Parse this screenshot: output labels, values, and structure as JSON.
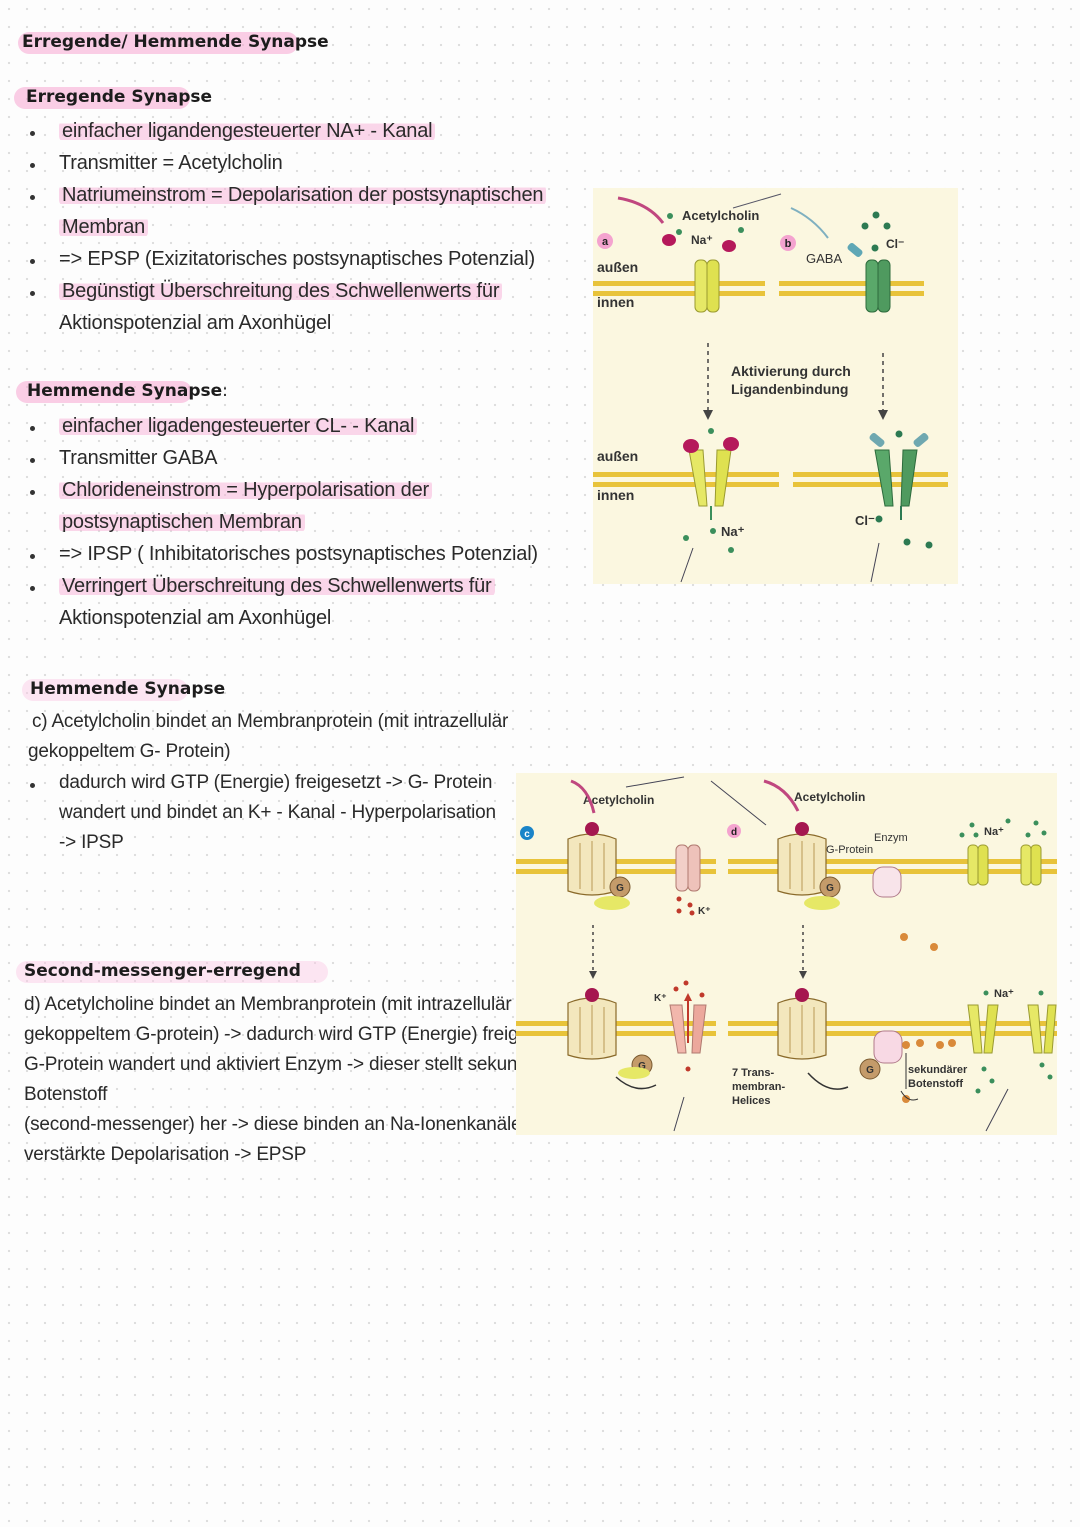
{
  "title": "Erregende/ Hemmende Synapse",
  "section_excitatory": {
    "heading": "Erregende Synapse",
    "bullets": [
      [
        "einfacher ligandengesteuerter NA+ - Kanal"
      ],
      [
        "Transmitter = Acetylcholin"
      ],
      [
        "Natriumeinstrom = Depolarisation der postsynaptischen",
        "Membran"
      ],
      [
        "=> EPSP (Exizitatorisches postsynaptisches Potenzial)"
      ],
      [
        "Begünstigt Überschreitung des Schwellenwerts für",
        "Aktionspotenzial am Axonhügel"
      ]
    ]
  },
  "section_inhibitory": {
    "heading": "Hemmende Synapse",
    "heading_suffix": ":",
    "bullets": [
      [
        "einfacher ligadengesteuerter CL- - Kanal"
      ],
      [
        "Transmitter GABA"
      ],
      [
        "Chlorideneinstrom = Hyperpolarisation der",
        "postsynaptischen Membran"
      ],
      [
        "=> IPSP ( Inhibitatorisches postsynaptisches Potenzial)"
      ],
      [
        "Verringert Überschreitung des Schwellenwerts für",
        "Aktionspotenzial am Axonhügel"
      ]
    ]
  },
  "section_inhibitory_gprotein": {
    "heading": "Hemmende Synapse",
    "lines": [
      "c) Acetylcholin bindet an Membranprotein (mit intrazellulär",
      "gekoppeltem G- Protein)"
    ],
    "bullet_lines": [
      "dadurch wird GTP (Energie) freigesetzt -> G- Protein",
      "wandert und bindet an K+ - Kanal - Hyperpolarisation",
      "-> IPSP"
    ]
  },
  "section_second_messenger": {
    "heading": "Second-messenger-erregend",
    "lines": [
      "d) Acetylcholine bindet an Membranprotein (mit intrazellulär",
      "gekoppeltem G-protein) -> dadurch wird GTP (Energie) freigesetzt ->",
      "G-Protein wandert  und aktiviert Enzym -> dieser stellt sekundären",
      "Botenstoff",
      "(second-messenger) her -> diese binden an Na-Ionenkanäle ->",
      "verstärkte Depolarisation -> EPSP"
    ]
  },
  "figure1": {
    "label_a": "a",
    "label_b": "b",
    "acetylcholin": "Acetylcholin",
    "na": "Na⁺",
    "cl": "Cl⁻",
    "gaba": "GABA",
    "aussen": "außen",
    "innen": "innen",
    "aktivierung_line1": "Aktivierung durch",
    "aktivierung_line2": "Ligandenbindung"
  },
  "figure2": {
    "label_c": "c",
    "label_d": "d",
    "acetylcholin": "Acetylcholin",
    "g": "G",
    "k": "K⁺",
    "na": "Na⁺",
    "enzym": "Enzym",
    "g_protein": "G-Protein",
    "helices_line1": "7 Trans-",
    "helices_line2": "membran-",
    "helices_line3": "Helices",
    "botenstoff_line1": "sekundärer",
    "botenstoff_line2": "Botenstoff"
  },
  "colors": {
    "highlight": "#f7a6d2",
    "membrane": "#e8c33a",
    "acetylcholine": "#b5195b",
    "gaba": "#2d7a52",
    "channel_yellow": "#e6e866",
    "channel_green": "#5aa86a"
  }
}
